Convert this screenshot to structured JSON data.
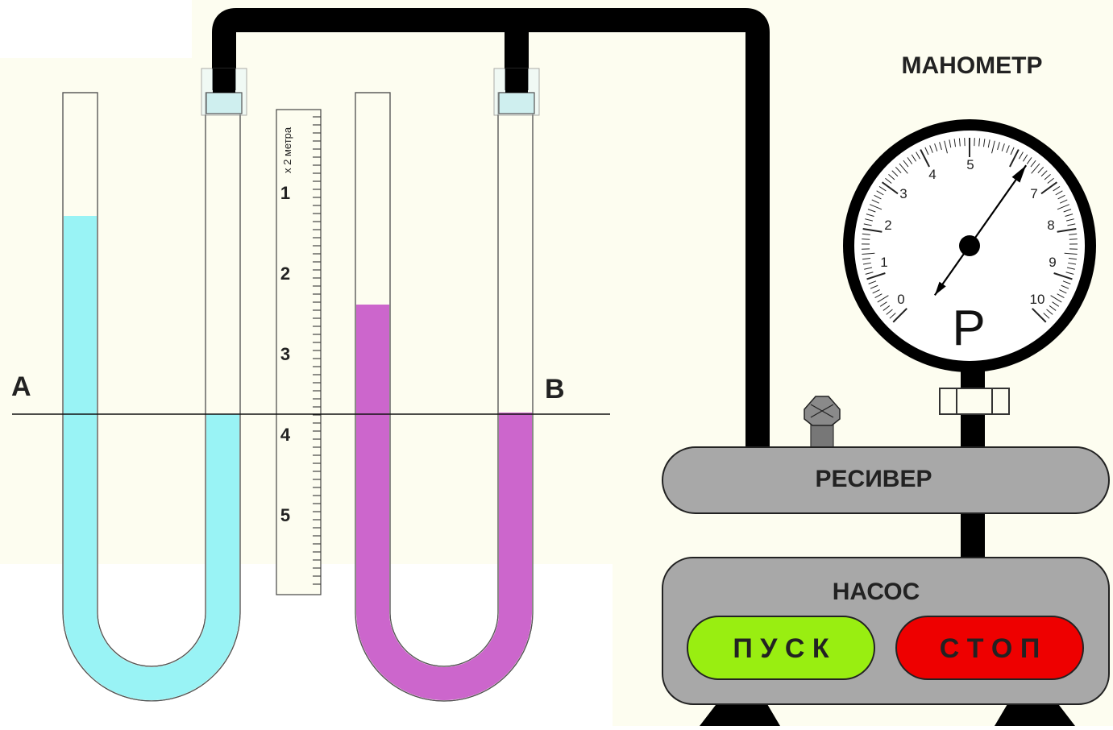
{
  "manometer": {
    "title": "МАНОМЕТР",
    "dial_letter": "P",
    "scale_labels": [
      "0",
      "1",
      "2",
      "3",
      "4",
      "5",
      "7",
      "8",
      "9",
      "10"
    ],
    "needle_reading": 6.3,
    "scale_max": 10
  },
  "receiver": {
    "label": "РЕСИВЕР"
  },
  "pump": {
    "label": "НАСОС",
    "start_label": "П У С К",
    "stop_label": "С Т О П"
  },
  "ruler": {
    "unit_label": "x 2 метра",
    "numbers": [
      "1",
      "2",
      "3",
      "4",
      "5"
    ]
  },
  "level_line": {
    "left_label": "A",
    "right_label": "B"
  },
  "tubes": {
    "left": {
      "liquid_color": "#99f3f5"
    },
    "right": {
      "liquid_color": "#cc66cc"
    }
  },
  "colors": {
    "background": "#fdfdf0",
    "hose": "#000000",
    "device_gray": "#a8a8a8",
    "start_button": "#99ee11",
    "stop_button": "#ee0000"
  }
}
